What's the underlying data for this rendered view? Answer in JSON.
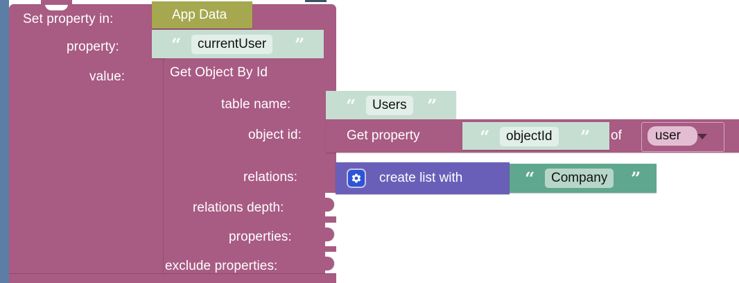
{
  "workspace": {
    "editor": "codeless-block-editor",
    "background": "#ffffff",
    "gutter_color": "#5b7da6"
  },
  "palette": {
    "statement_pink": "#a85b83",
    "app_data_olive": "#a5a84e",
    "string_mint": "#c6ded1",
    "string_teal": "#5fa78e",
    "list_purple": "#6a5fb8",
    "dropdown_pink": "#e3bed2",
    "gear_blue": "#2d53d6"
  },
  "blocks": {
    "set_property": {
      "title": "Set property in:",
      "rows": {
        "property_label": "property:",
        "value_label": "value:"
      },
      "target": {
        "label": "App Data",
        "type": "app-data-block"
      },
      "property_value": {
        "text": "currentUser",
        "open_quote": "“",
        "close_quote": "”",
        "type": "string-block"
      }
    },
    "get_object_by_id": {
      "title": "Get Object By Id",
      "rows": [
        {
          "label": "table name:",
          "filled": true
        },
        {
          "label": "object id:",
          "filled": true
        },
        {
          "label": "relations:",
          "filled": true
        },
        {
          "label": "relations depth:",
          "filled": false
        },
        {
          "label": "properties:",
          "filled": false
        },
        {
          "label": "exclude properties:",
          "filled": false
        }
      ],
      "table_name": {
        "text": "Users",
        "open_quote": "“",
        "close_quote": "”",
        "type": "string-block"
      },
      "object_id": {
        "title": "Get property",
        "property": {
          "text": "objectId",
          "open_quote": "“",
          "close_quote": "”",
          "type": "string-block"
        },
        "of_label": "of",
        "object_dropdown": {
          "value": "user",
          "caret": "▼",
          "type": "dropdown-field"
        }
      },
      "relations": {
        "mutator_icon": "gear-icon",
        "title": "create list with",
        "items": [
          {
            "text": "Company",
            "open_quote": "“",
            "close_quote": "”",
            "type": "string-block"
          }
        ]
      }
    }
  }
}
